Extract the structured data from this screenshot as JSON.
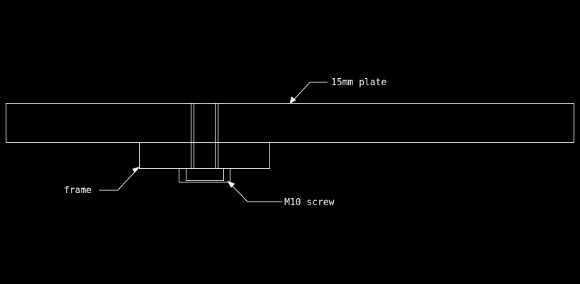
{
  "drawing": {
    "background_color": "#000000",
    "line_color": "#ffffff",
    "labels": {
      "plate": "15mm plate",
      "frame": "frame",
      "screw": "M10 screw"
    }
  }
}
